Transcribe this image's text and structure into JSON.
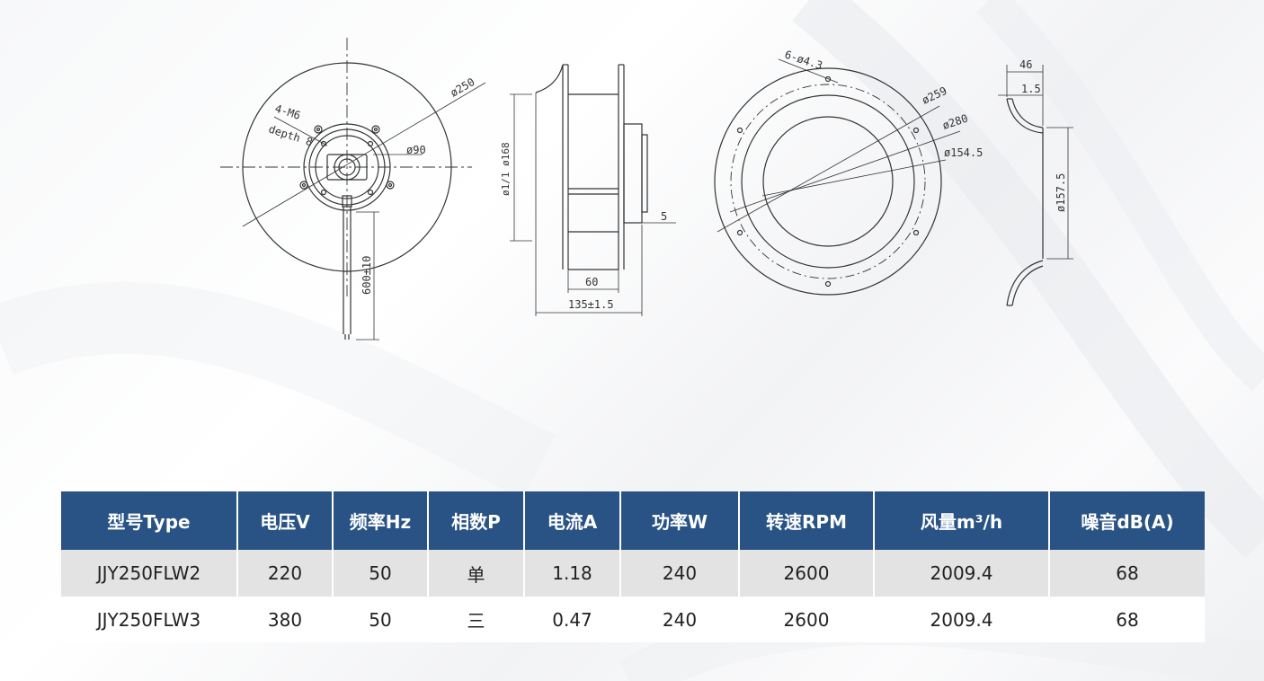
{
  "drawing": {
    "front_view": {
      "mount_label": "4-M6",
      "depth_label": "depth 8",
      "outer_dia": "ø250",
      "hub_dia": "ø90",
      "cable_length": "600±10"
    },
    "side_view": {
      "wheel_dia": "ø1/1 ø168",
      "offset": "5",
      "width": "60",
      "total_depth": "135±1.5"
    },
    "inlet_ring_view": {
      "holes": "6-ø4.3",
      "d1": "ø259",
      "d2": "ø280",
      "d3": "ø154.5"
    },
    "ring_profile": {
      "depth": "46",
      "thickness": "1.5",
      "inner_dia": "ø157.5"
    }
  },
  "table": {
    "headers": [
      "型号Type",
      "电压V",
      "频率Hz",
      "相数P",
      "电流A",
      "功率W",
      "转速RPM",
      "风量m³/h",
      "噪音dB(A)"
    ],
    "rows": [
      [
        "JJY250FLW2",
        "220",
        "50",
        "单",
        "1.18",
        "240",
        "2600",
        "2009.4",
        "68"
      ],
      [
        "JJY250FLW3",
        "380",
        "50",
        "三",
        "0.47",
        "240",
        "2600",
        "2009.4",
        "68"
      ]
    ]
  }
}
